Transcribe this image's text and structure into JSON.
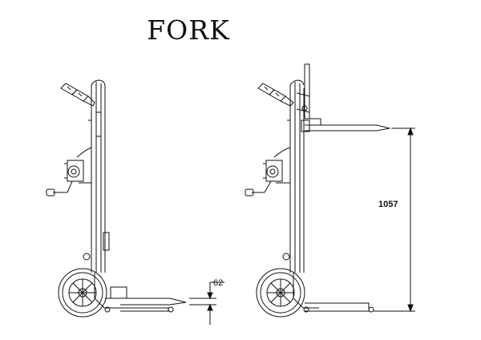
{
  "title": "FORK",
  "dimensions": {
    "fork_thickness": "62",
    "lift_height": "1057"
  }
}
